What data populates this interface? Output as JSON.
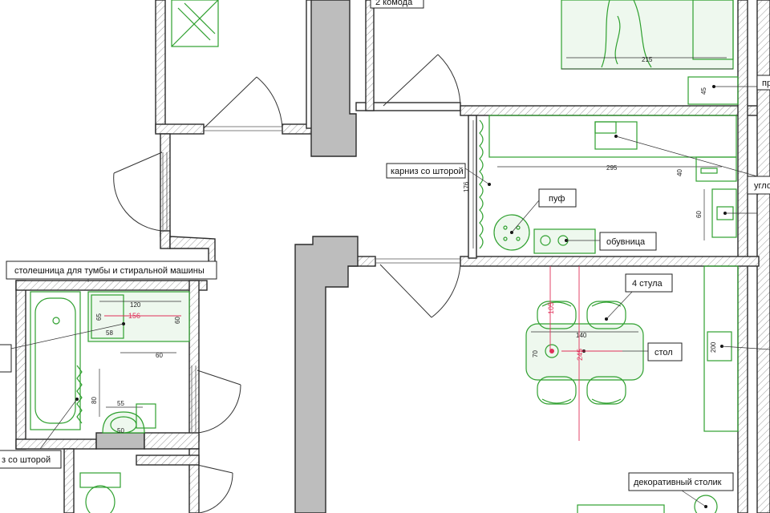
{
  "labels": {
    "commode": "2 комода",
    "curtain_rod": "карниз со шторой",
    "pouf": "пуф",
    "shoe_rack": "обувница",
    "chairs": "4 стула",
    "table": "стол",
    "countertop": "столешница для тумбы и стиральной машины",
    "bath_curtain": "з со шторой",
    "deco_table": "декоративный столик",
    "right_pr": "пр",
    "right_corner": "угло"
  },
  "dims": {
    "d215": "215",
    "d45": "45",
    "d295": "295",
    "d176": "176",
    "d40": "40",
    "d60a": "60",
    "d140": "140",
    "d70": "70",
    "d200": "200",
    "d120": "120",
    "d65": "65",
    "d58": "58",
    "d60b": "60",
    "d60c": "60",
    "d80": "80",
    "d55": "55",
    "d50": "50"
  },
  "red_dims": {
    "r105": "105",
    "r245": "245",
    "r156": "156"
  },
  "colors": {
    "wall": "#2b2b2b",
    "furniture": "#2fa02f",
    "dimension_red": "#e0305a"
  }
}
